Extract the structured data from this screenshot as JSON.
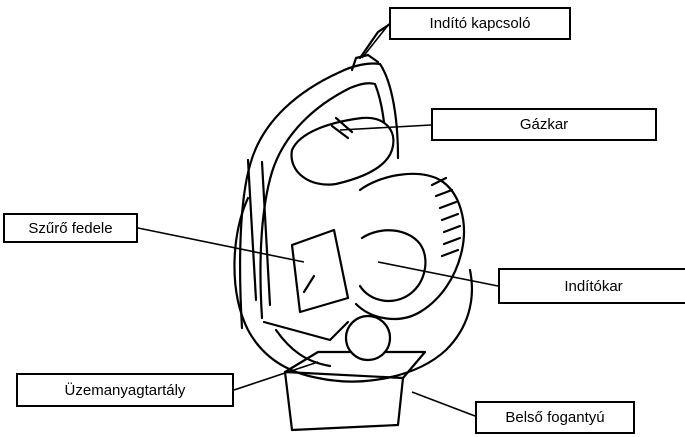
{
  "diagram": {
    "subject": "blower-machine-illustration",
    "labels": {
      "indito_kapcsolo": "Indító kapcsoló",
      "gazkar": "Gázkar",
      "szuro_fedele": "Szűrő fedele",
      "inditokar": "Indítókar",
      "uzemanyagtartaly": "Üzemanyagtartály",
      "belso_fogantyu": "Belső fogantyú"
    },
    "colors": {
      "line": "#000000",
      "background": "#ffffff"
    }
  }
}
